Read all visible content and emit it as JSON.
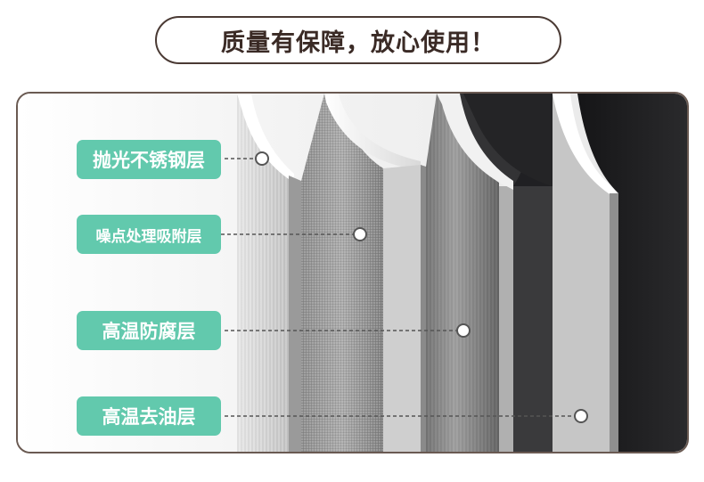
{
  "title": "质量有保障，放心使用！",
  "layers": [
    {
      "label": "抛光不锈钢层"
    },
    {
      "label": "噪点处理吸附层"
    },
    {
      "label": "高温防腐层"
    },
    {
      "label": "高温去油层"
    }
  ],
  "colors": {
    "accent": "#62c9ad",
    "border": "#4a3a34",
    "dark_layer": "#1c1c1e"
  }
}
